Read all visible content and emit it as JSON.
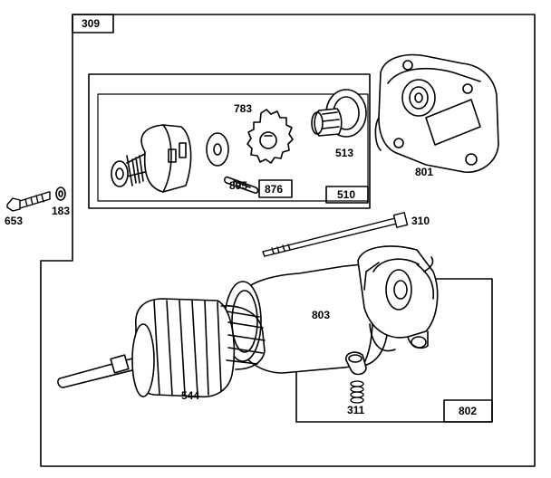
{
  "colors": {
    "ink": "#000000",
    "paper": "#ffffff"
  },
  "assemblies": {
    "frame": "309",
    "kit": "510",
    "housing_kit": "802"
  },
  "parts": {
    "p653": "653",
    "p183": "183",
    "p783": "783",
    "p513": "513",
    "p801": "801",
    "p895": "895",
    "p876": "876",
    "p310": "310",
    "p803": "803",
    "p544": "544",
    "p311": "311"
  }
}
